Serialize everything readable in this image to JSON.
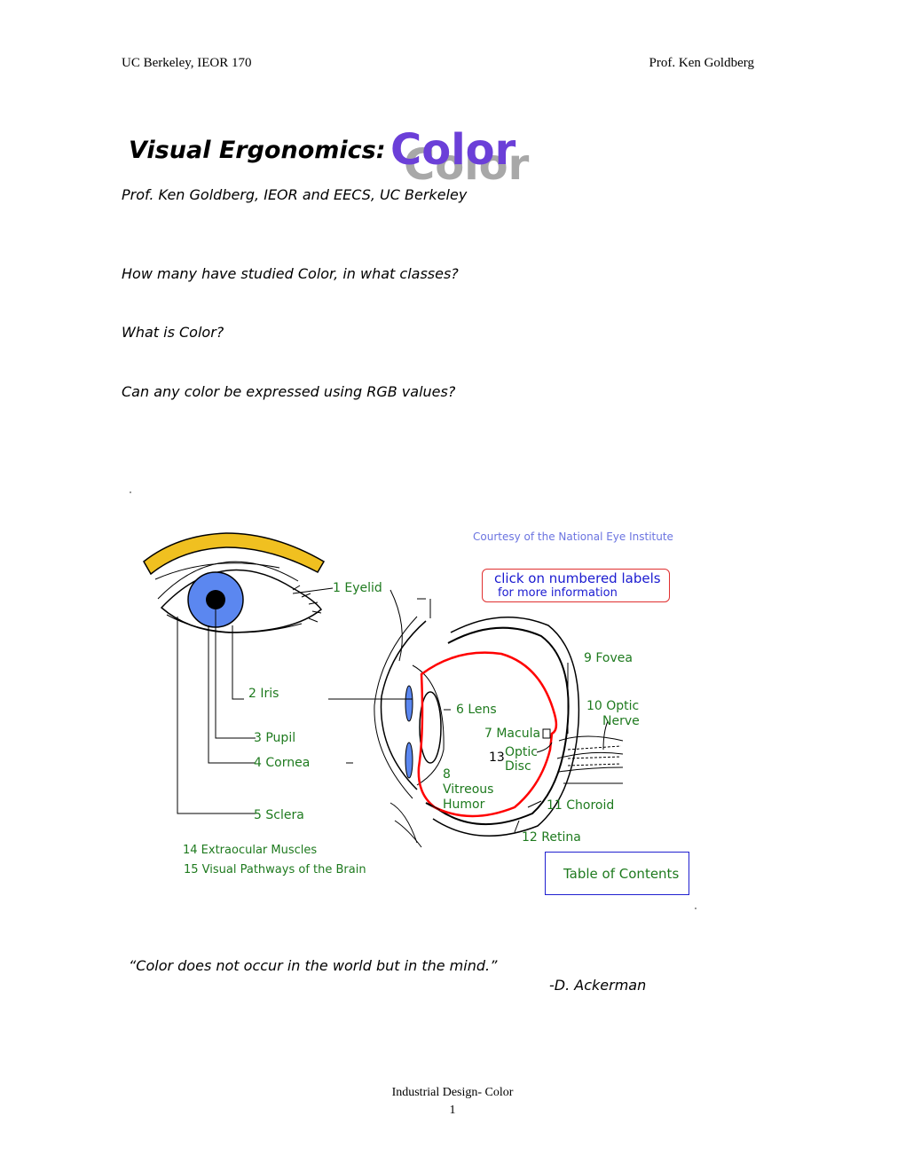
{
  "header": {
    "left": "UC Berkeley, IEOR 170",
    "right": "Prof. Ken Goldberg"
  },
  "title": "Visual Ergonomics:",
  "logo_word": "Color",
  "author": "Prof. Ken Goldberg, IEOR and EECS, UC Berkeley",
  "questions": [
    "How many have studied Color, in what classes?",
    "What is Color?",
    "Can any color be expressed using RGB values?"
  ],
  "diagram": {
    "courtesy": "Courtesy of the National Eye Institute",
    "click_line1": "click on numbered labels",
    "click_line2": "for more information",
    "labels": {
      "eyelid": "1  Eyelid",
      "iris": "2   Iris",
      "pupil": "3   Pupil",
      "cornea": "4   Cornea",
      "sclera": "5    Sclera",
      "lens": "6 Lens",
      "macula": "7 Macula",
      "vitreous_num": "8",
      "vitreous1": "Vitreous",
      "vitreous2": "Humor",
      "fovea": "9  Fovea",
      "optic_nerve1": "10  Optic",
      "optic_nerve2": "Nerve",
      "choroid": "11 Choroid",
      "retina": "12  Retina",
      "optic_disc_num": "13",
      "optic_disc1": "Optic",
      "optic_disc2": "Disc",
      "extraocular": "14 Extraocular Muscles",
      "pathways": "15 Visual Pathways of the Brain"
    },
    "toc": "Table of Contents"
  },
  "quote": "“Color does not occur in the world but in the mind.”",
  "quote_author": "-D. Ackerman",
  "footer": {
    "line1": "Industrial Design- Color",
    "page": "1"
  },
  "colors": {
    "iris_blue": "#5b87f0",
    "brow_gold": "#f0c020",
    "retina_red": "#ff0000",
    "label_green": "#1e7a1e",
    "link_blue": "#1a1ad0"
  }
}
